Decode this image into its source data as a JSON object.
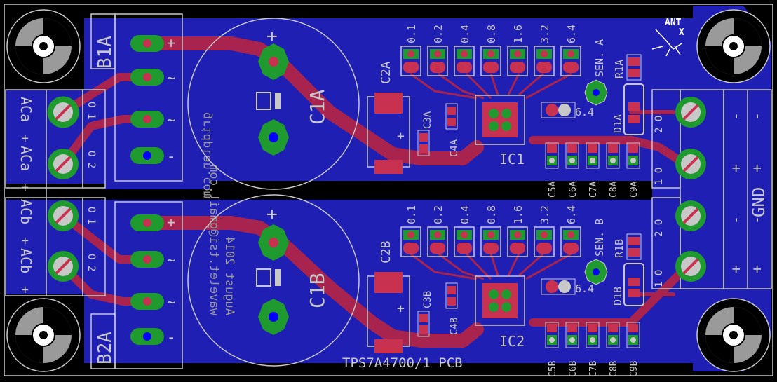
{
  "colors": {
    "background": "#000000",
    "copper_bottom": "#1f1fb4",
    "trace": "#a8234e",
    "pad_green": "#1f9a2e",
    "pad_red": "#c83250",
    "silk": "#c8c8c8",
    "hole": "#0000ff"
  },
  "logo": {
    "line1": "ANT",
    "line2": "X"
  },
  "board_label": "TPS7A4700/1 PCB",
  "mirrored_text": {
    "line1": "gridplan.com",
    "line2": "wavelet.tsi@gmail.com",
    "line3": "August 2014"
  },
  "left_terminal": {
    "labels": [
      "ACa",
      "ACa",
      "ACb",
      "ACb"
    ],
    "plus_signs": [
      "+",
      "+",
      "+",
      "+"
    ],
    "pin_labels": [
      "O 1",
      "O 2",
      "O 1",
      "O 2"
    ]
  },
  "bridges": [
    {
      "label": "B1A",
      "pins": [
        "+",
        "~",
        "~",
        "-"
      ]
    },
    {
      "label": "B2A",
      "pins": [
        "+",
        "~",
        "~",
        "-"
      ]
    }
  ],
  "channels": [
    {
      "cap_big": "C1A",
      "cap_mid": "C2A",
      "cap_small": "C3A",
      "cap_c4": "C4A",
      "ic": "IC1",
      "bits": [
        "0.1",
        "0.2",
        "0.4",
        "0.8",
        "1.6",
        "3.2",
        "6.4"
      ],
      "extra_bit": "6.4",
      "sense": "SEN. A",
      "resistor": "R1A",
      "diode": "D1A",
      "out_caps": [
        "C5A",
        "C6A",
        "C7A",
        "C8A",
        "C9A"
      ]
    },
    {
      "cap_big": "C1B",
      "cap_mid": "C2B",
      "cap_small": "C3B",
      "cap_c4": "C4B",
      "ic": "IC2",
      "bits": [
        "0.1",
        "0.2",
        "0.4",
        "0.8",
        "1.6",
        "3.2",
        "6.4"
      ],
      "extra_bit": "6.4",
      "sense": "SEN. B",
      "resistor": "R1B",
      "diode": "D1B",
      "out_caps": [
        "C5B",
        "C6B",
        "C7B",
        "C8B",
        "C9B"
      ]
    }
  ],
  "cap_polarity": "+",
  "right_terminal": {
    "pin_labels": [
      "2 O",
      "1 O",
      "2 O",
      "1 O"
    ],
    "side_labels": [
      "-",
      "+",
      "GND",
      "-",
      "+"
    ],
    "inner_signs": [
      "-",
      "+",
      "-",
      "+"
    ]
  }
}
